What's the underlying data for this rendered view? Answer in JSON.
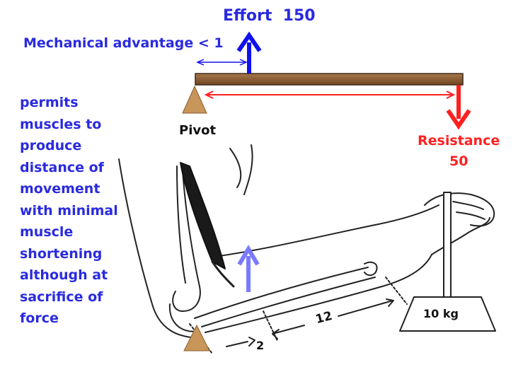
{
  "effort": {
    "label": "Effort",
    "value": "150"
  },
  "mechanical_advantage": "Mechanical advantage < 1",
  "pivot": "Pivot",
  "resistance": {
    "label": "Resistance",
    "value": "50"
  },
  "description_lines": [
    "permits",
    "muscles to",
    "produce",
    "distance of",
    "movement",
    "with minimal",
    "muscle",
    "shortening",
    "although at",
    "sacrifice of",
    "force"
  ],
  "arm": {
    "weight_label": "10 kg",
    "long_distance": "12",
    "short_distance": "2"
  },
  "colors": {
    "blue_text": "#2a2ae0",
    "red": "#ff2020",
    "lever": "#8b5a2b",
    "pivot": "#c8955a",
    "muscle_arrow": "#7a7aff"
  }
}
